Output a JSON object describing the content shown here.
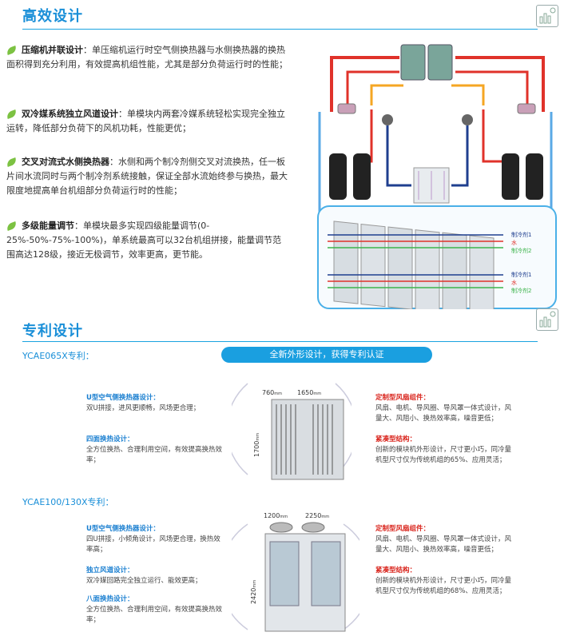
{
  "section1": {
    "title": "高效设计",
    "bullets": [
      {
        "title": "压缩机并联设计",
        "sep": "：",
        "text": "单压缩机运行时空气侧换热器与水侧换热器的换热面积得到充分利用，有效提高机组性能，尤其是部分负荷运行时的性能；"
      },
      {
        "title": "双冷媒系统独立风道设计",
        "sep": "：",
        "text": "单模块内两套冷媒系统轻松实现完全独立运转，降低部分负荷下的风机功耗，性能更优；"
      },
      {
        "title": "交叉对流式水侧换热器",
        "sep": "：",
        "text": "水侧和两个制冷剂侧交叉对流换热，任一板片间水流同时与两个制冷剂系统接触，保证全部水流始终参与换热，最大限度地提高单台机组部分负荷运行时的性能；"
      },
      {
        "title": "多级能量调节",
        "sep": "：",
        "text": "单模块最多实现四级能量调节(0-25%-50%-75%-100%)，单系统最高可以32台机组拼接，能量调节范围高达128级，接近无极调节，效率更高，更节能。"
      }
    ]
  },
  "diagram": {
    "legend": [
      "制冷剂1",
      "水",
      "制冷剂2",
      "制冷剂1",
      "水",
      "制冷剂2"
    ]
  },
  "section2": {
    "title": "专利设计",
    "banner": "全新外形设计，获得专利认证",
    "model1": {
      "label": "YCAE065X专利：",
      "dims": {
        "w1": "760",
        "w2": "1650",
        "h": "1700",
        "unit": "mm"
      },
      "left": [
        {
          "title": "U型空气侧换热器设计：",
          "text": "双U拼接，进风更顺畅，风场更合理；"
        },
        {
          "title": "四面换热设计：",
          "text": "全方位换热、合理利用空间，有效提高换热效率；"
        }
      ],
      "right": [
        {
          "title": "定制型风扇组件：",
          "text": "风扇、电机、导风圈、导风罩一体式设计，风量大、风阻小、换热效率高，噪音更低；"
        },
        {
          "title": "紧凑型结构：",
          "text": "创新的模块机外形设计，尺寸更小巧，同冷量机型尺寸仅为传统机组的65%、应用灵活；"
        }
      ]
    },
    "model2": {
      "label": "YCAE100/130X专利：",
      "dims": {
        "w1": "1200",
        "w2": "2250",
        "h": "2420",
        "unit": "mm"
      },
      "left": [
        {
          "title": "U型空气侧换热器设计：",
          "text": "四U拼接，小倾角设计，风场更合理，换热效率高；"
        },
        {
          "title": "独立风道设计：",
          "text": "双冷媒回路完全独立运行、能效更高；"
        },
        {
          "title": "八面换热设计：",
          "text": "全方位换热、合理利用空间，有效提高换热效率；"
        }
      ],
      "right": [
        {
          "title": "定制型风扇组件：",
          "text": "风扇、电机、导风圈、导风罩一体式设计，风量大、风阻小、换热效率高，噪音更低；"
        },
        {
          "title": "紧凑型结构：",
          "text": "创新的模块机外形设计，尺寸更小巧，同冷量机型尺寸仅为传统机组的68%、应用灵活；"
        }
      ]
    }
  },
  "colors": {
    "accent": "#1a8fd8",
    "red": "#e0322a",
    "orange": "#f5a623",
    "green": "#7cc242",
    "navy": "#1f3f8f"
  }
}
